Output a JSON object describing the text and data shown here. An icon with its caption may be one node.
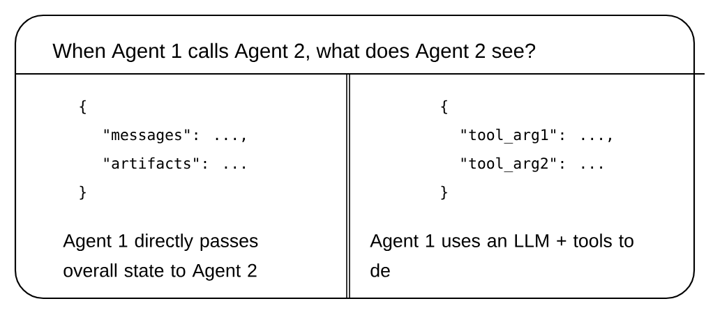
{
  "diagram": {
    "nodes": [
      {
        "text": [
          "When Agent 1 calls Agent 2, what does Agent 2 see?"
        ]
      },
      {
        "text": [
          "{",
          "\"messages\": ...,",
          "\"artifacts\": ...",
          "}",
          "Agent 1 directly passes overall state to Agent 2"
        ],
        "in": 0
      },
      {
        "text": [
          "{",
          "\"tool_arg1\": ...,",
          "\"tool_arg2\": ...",
          "}",
          "Agent 1 uses an LLM + tools to de"
        ],
        "in": 0
      }
    ]
  }
}
